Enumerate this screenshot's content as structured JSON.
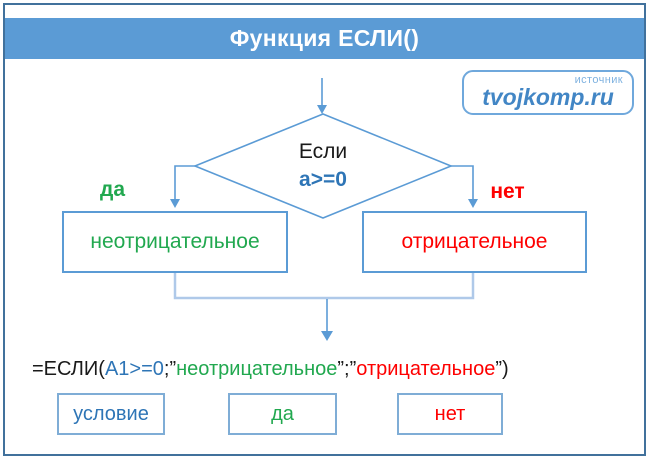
{
  "header": {
    "title": "Функция ЕСЛИ()"
  },
  "watermark": {
    "label": "источник",
    "site": "tvojkomp.ru"
  },
  "flowchart": {
    "decision": {
      "line1": "Если",
      "line2": "a>=0"
    },
    "yes_label": "да",
    "no_label": "нет",
    "true_box": "неотрицательное",
    "false_box": "отрицательное"
  },
  "formula": {
    "prefix": "=ЕСЛИ(",
    "condition": "A1>=0",
    "sep1": ";”",
    "true_value": "неотрицательное",
    "sep2": "”;”",
    "false_value": "отрицательное",
    "suffix": "”)"
  },
  "legend": {
    "condition": "условие",
    "yes": "да",
    "no": "нет"
  },
  "colors": {
    "header_band": "#5B9BD5",
    "outer_border": "#41719C",
    "shape_stroke": "#5B9BD5",
    "light_connector": "#AFC9E9",
    "green_text": "#21A84F",
    "red_text": "#FE0000",
    "blue_text": "#2E75B6",
    "watermark_blue": "#4286C5",
    "white": "#ffffff"
  }
}
